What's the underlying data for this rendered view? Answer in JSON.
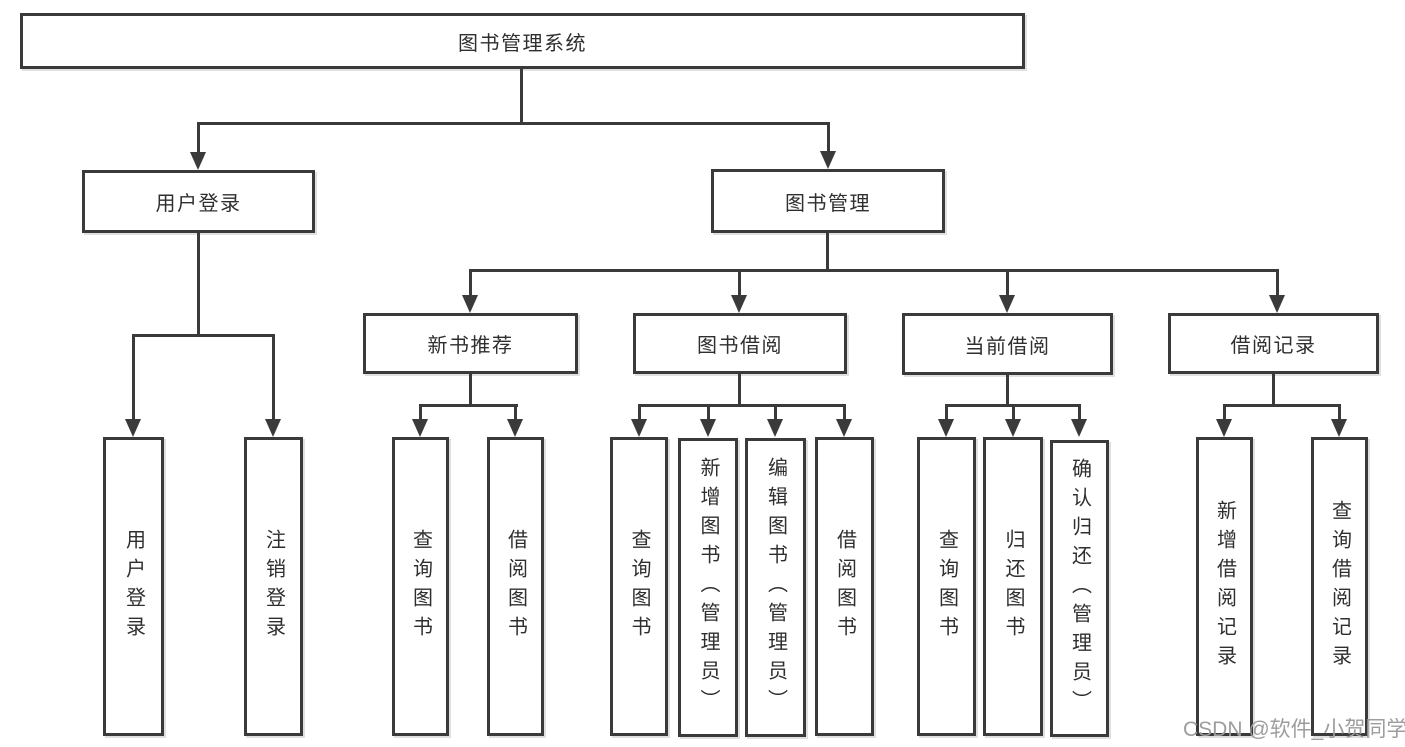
{
  "diagram": {
    "root": {
      "label": "图书管理系统"
    },
    "branches": [
      {
        "label": "用户登录",
        "children": [
          {
            "label": "用户登录"
          },
          {
            "label": "注销登录"
          }
        ]
      },
      {
        "label": "图书管理",
        "children": [
          {
            "label": "新书推荐",
            "children": [
              {
                "label": "查询图书"
              },
              {
                "label": "借阅图书"
              }
            ]
          },
          {
            "label": "图书借阅",
            "children": [
              {
                "label": "查询图书"
              },
              {
                "label": "新增图书（管理员）"
              },
              {
                "label": "编辑图书（管理员）"
              },
              {
                "label": "借阅图书"
              }
            ]
          },
          {
            "label": "当前借阅",
            "children": [
              {
                "label": "查询图书"
              },
              {
                "label": "归还图书"
              },
              {
                "label": "确认归还（管理员）"
              }
            ]
          },
          {
            "label": "借阅记录",
            "children": [
              {
                "label": "新增借阅记录"
              },
              {
                "label": "查询借阅记录"
              }
            ]
          }
        ]
      }
    ]
  },
  "watermark": {
    "text": "CSDN @软件_小贺同学"
  },
  "colors": {
    "line": "#3a3a3a",
    "text": "#2f2f2f",
    "background": "#ffffff",
    "watermark": "#9d9d9d"
  }
}
